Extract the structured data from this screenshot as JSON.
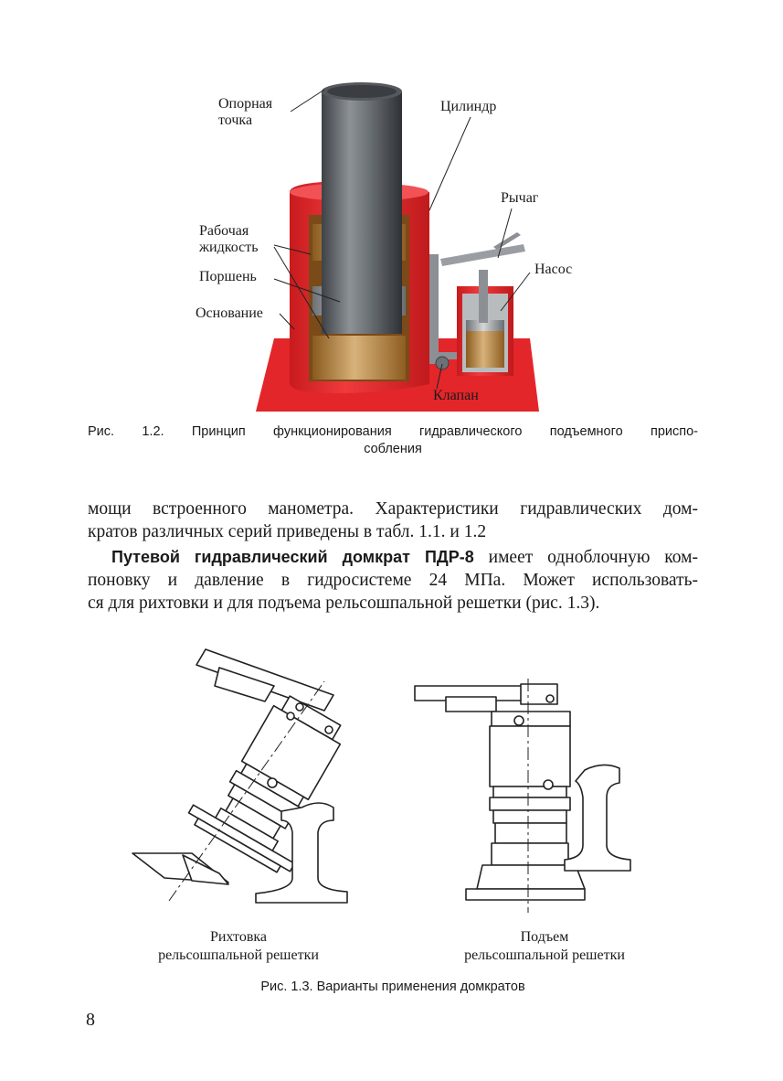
{
  "figure_1_2": {
    "labels": {
      "support_point_line1": "Опорная",
      "support_point_line2": "точка",
      "cylinder": "Цилиндр",
      "lever": "Рычаг",
      "working_fluid_line1": "Рабочая",
      "working_fluid_line2": "жидкость",
      "pump": "Насос",
      "piston": "Поршень",
      "base": "Основание",
      "valve": "Клапан"
    },
    "caption_line1": "Рис. 1.2. Принцип функционирования гидравлического подъемного приспо-",
    "caption_line2": "собления",
    "colors": {
      "housing": "#e8262a",
      "piston": "#9a9ea3",
      "fluid": "#c49a5a"
    }
  },
  "text": {
    "p1_line1": "мощи встроенного манометра. Характеристики гидравлических дом-",
    "p1_line2": "кратов различных серий приведены в табл. 1.1. и 1.2",
    "p2_bold": "Путевой гидравлический домкрат ПДР-8",
    "p2_line1_rest": " имеет одноблочную ком-",
    "p2_line2": "поновку и давление в гидросистеме 24 МПа. Может использовать-",
    "p2_line3": "ся для рихтовки и для подъема рельсошпальной решетки (рис. 1.3)."
  },
  "figure_1_3": {
    "left_label_line1": "Рихтовка",
    "left_label_line2": "рельсошпальной решетки",
    "right_label_line1": "Подъем",
    "right_label_line2": "рельсошпальной решетки",
    "caption": "Рис. 1.3. Варианты применения домкратов"
  },
  "page_number": "8"
}
